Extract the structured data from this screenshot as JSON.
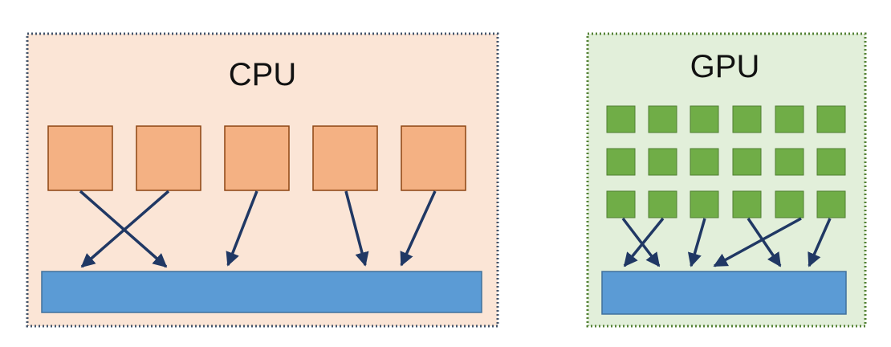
{
  "cpu": {
    "title": "CPU",
    "fill": "#fbe5d6",
    "border": "#44546a",
    "core_color": "#f4b183",
    "core_border": "#8c4512",
    "core_count": 5
  },
  "gpu": {
    "title": "GPU",
    "fill": "#e2efda",
    "border": "#548235",
    "core_color": "#70ad47",
    "core_border": "#507e32",
    "core_rows": 3,
    "core_cols": 6
  },
  "memory_color": "#5b9bd5",
  "memory_border": "#41719c",
  "arrow_color": "#203864"
}
